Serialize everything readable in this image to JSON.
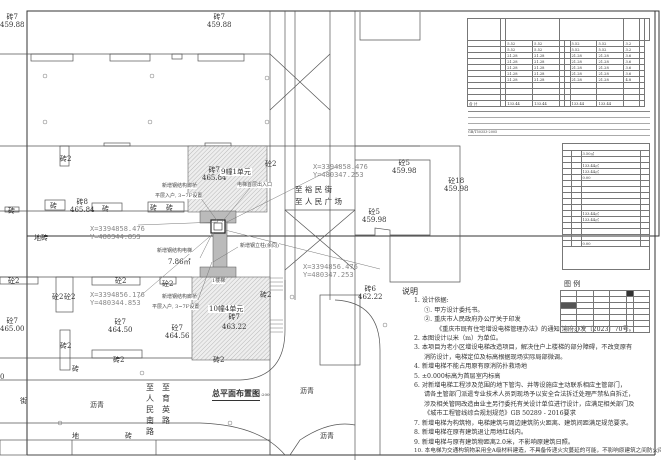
{
  "drawing": {
    "title": "总平面布置图",
    "scale": "1:200",
    "labels": {
      "brick7_a": "砖7",
      "elev_a": "459.88",
      "brick7_b": "砖7",
      "elev_b": "459.88",
      "brick2_a": "砖2",
      "brick7_bldg9": "砖7",
      "elev_bldg9": "465.84",
      "bldg9": "9幢1单元",
      "bridge_a": "新增钢结构廊桥",
      "bridge_a2": "平层入户, 3~7F设置",
      "elevator_entry": "电梯首层出入口",
      "brick_a": "砖",
      "brick_b": "砖",
      "brick_c": "砖",
      "brick_d": "砖",
      "brick_e": "砖",
      "brick8": "砖8",
      "elev_brick8": "465.84",
      "floor_tile": "地砖",
      "elevator": "新增钢结构电梯",
      "elevator_area": "7.86㎡",
      "column": "新增钢立柱(余同)",
      "to_yumin": "至 裕 民 街",
      "to_square": "至 人 民 广 场",
      "c5_a": "砼5",
      "c5_a_elev": "459.98",
      "c5_b": "砼5",
      "c5_b_elev": "459.98",
      "c18": "砼18",
      "c18_elev": "459.98",
      "c2_1": "砼2",
      "c2_2": "砼2",
      "c2_3": "砼2",
      "c2_4": "砼2",
      "c2_5": "砼2",
      "c2_6": "砼2",
      "b2_1": "砖2",
      "b2_2": "砖2",
      "b2_3": "砖2",
      "b2_4": "砖2",
      "bridge_b": "新增钢结构廊桥",
      "bridge_b2": "平层入户, 3~7F设置",
      "stair": "1楼梯",
      "bldg10": "10幢4单元",
      "brick7_bldg10": "砖7",
      "elev_bldg10": "463.22",
      "c7_a": "砼7",
      "c7_a_elev": "465.00",
      "c7_b": "砼7",
      "c7_b_elev": "464.50",
      "c7_c": "砼7",
      "c7_c_elev": "464.56",
      "brick6": "砖6",
      "brick6_elev": "462.22",
      "asphalt_a": "沥青",
      "asphalt_b": "沥青",
      "asphalt_c": "沥青",
      "to_renmin_s": "至人民南路",
      "to_yuying": "至育英路",
      "street": "街",
      "tile_bottom_a": "地",
      "tile_bottom_b": "砖",
      "zero": "0"
    },
    "coordinates": {
      "p1": {
        "x": "X=3394858.476",
        "y": "Y=480344.853"
      },
      "p2": {
        "x": "X=3394858.476",
        "y": "Y=480347.253"
      },
      "p3": {
        "x": "X=3394856.476",
        "y": "Y=480347.253"
      },
      "p4": {
        "x": "X=3394856.176",
        "y": "Y=480344.853"
      }
    }
  },
  "notes": {
    "heading": "说明",
    "lines": [
      "1. 设计依据:",
      "①. 甲方设计委托书。",
      "②. 重庆市人民政府办公厅关于印发",
      "《重庆市既有住宅增设电梯管理办法》的通知 渝府办发〔2023〕70号。",
      "2. 本图设计以米（m）为单位。",
      "3. 本项目为老小区增设电梯改造项目，解决住户上楼梯的部分障碍，不改变原有",
      "消防设计，电梯定位及标高根据现场实际局部微调。",
      "4. 新增电梯不能占用原有原消防扑救场地",
      "5. ±0.000标高为首层室内标高",
      "6. 对新增电梯工程涉及范围的地下管沟、井等设施应主动联系相应主管部门，",
      "请各主管部门派遣专业技术人员到现场予以安全合法拆迁处理严禁私自拆迁，",
      "涉及相关管网改造由业主另行委托有关设计单位进行设计，应满足相关部门及",
      "《城市工程管线综合规划规范》GB 50289 - 2016要求",
      "7. 新增电梯为构筑物，电梯建筑与周边建筑防火距离、建筑间距满足规范要求。",
      "8. 新增电梯在原有建筑退让用地红线内。",
      "9. 新增电梯与原有建筑物距离2.0米，不影响原建筑日照。",
      "10. 本电梯为交通构筑物采用全A级材料建造，不具备传递火灾蔓延的可能，不影响原建筑之间防火间距。"
    ]
  },
  "area_table": {
    "rows": [
      [
        "5.52",
        "5.52",
        "5.52",
        "5.52",
        "3.2"
      ],
      [
        "5.52",
        "5.52",
        "5.52",
        "5.52",
        "3.2"
      ],
      [
        "21.28",
        "21.28",
        "21.28",
        "21.28",
        "3.6"
      ],
      [
        "21.28",
        "21.28",
        "21.28",
        "21.28",
        "3.6"
      ],
      [
        "21.28",
        "21.28",
        "21.28",
        "21.28",
        "3.6"
      ],
      [
        "21.28",
        "21.28",
        "21.28",
        "21.28",
        "3.6"
      ],
      [
        "21.28",
        "21.28",
        "21.28",
        "21.28",
        "4.8"
      ]
    ],
    "total": [
      "133.44",
      "133.44",
      "133.44",
      "133.44"
    ],
    "total_label": "合 计",
    "standard": "GB/T50353-2005"
  },
  "summary_table": {
    "values": [
      "3.50㎡",
      "133.44㎡",
      "133.44㎡",
      "0.00",
      "133.44㎡",
      "133.44㎡",
      "0.00"
    ]
  },
  "legend": {
    "heading": "图 例"
  }
}
